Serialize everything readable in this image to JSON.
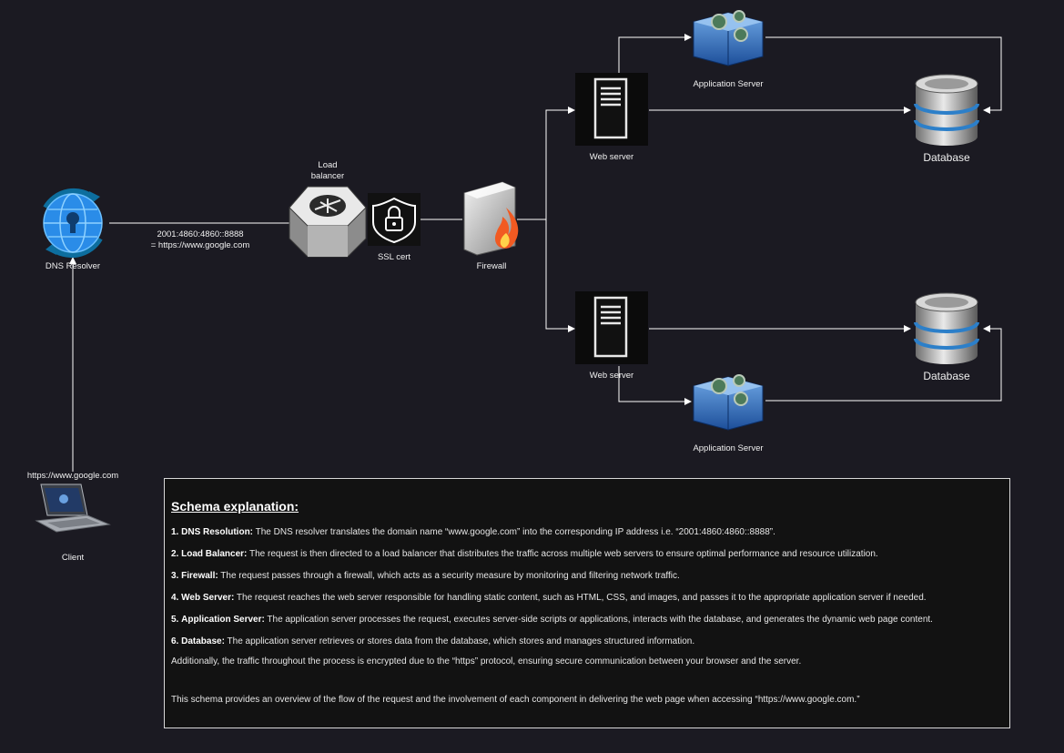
{
  "nodes": {
    "dns_resolver": "DNS Resolver",
    "client": "Client",
    "client_url": "https://www.google.com",
    "load_balancer": "Load\nbalancer",
    "ssl_cert": "SSL cert",
    "firewall": "Firewall",
    "web_server_top": "Web server",
    "web_server_bottom": "Web server",
    "app_server_top": "Application Server",
    "app_server_bottom": "Application Server",
    "database_top": "Database",
    "database_bottom": "Database"
  },
  "edge_label": {
    "line1": "2001:4860:4860::8888",
    "line2": "= https://www.google.com"
  },
  "explanation": {
    "title": "Schema explanation:",
    "steps": [
      {
        "num": "1.",
        "name": "DNS Resolution:",
        "text": " The DNS resolver translates the domain name “www.google.com” into the corresponding IP address i.e. “2001:4860:4860::8888”."
      },
      {
        "num": "2.",
        "name": "Load Balancer:",
        "text": " The request is then directed to a load balancer that distributes the traffic across multiple web servers to ensure optimal performance and resource utilization."
      },
      {
        "num": "3.",
        "name": "Firewall:",
        "text": " The request passes through a firewall, which acts as a security measure by monitoring and filtering network traffic."
      },
      {
        "num": "4.",
        "name": "Web Server:",
        "text": " The request reaches the web server responsible for handling static content, such as HTML, CSS, and images, and passes it to the appropriate application server if needed."
      },
      {
        "num": "5.",
        "name": "Application Server:",
        "text": " The application server processes the request, executes server-side scripts or applications, interacts with the database, and generates the dynamic web page content."
      },
      {
        "num": "6.",
        "name": "Database:",
        "text": " The application server retrieves or stores data from the database, which stores and manages structured information."
      }
    ],
    "note1": "Additionally, the traffic throughout the process is encrypted due to the “https” protocol, ensuring secure communication between your browser and the server.",
    "note2": "This schema provides an overview of the flow of the request and the involvement of each component in delivering the web page when accessing “https://www.google.com.”"
  },
  "colors": {
    "background": "#1b1a22",
    "edge": "#ffffff",
    "globe": "#1e88e5",
    "panel_border": "#d8d8d8"
  }
}
